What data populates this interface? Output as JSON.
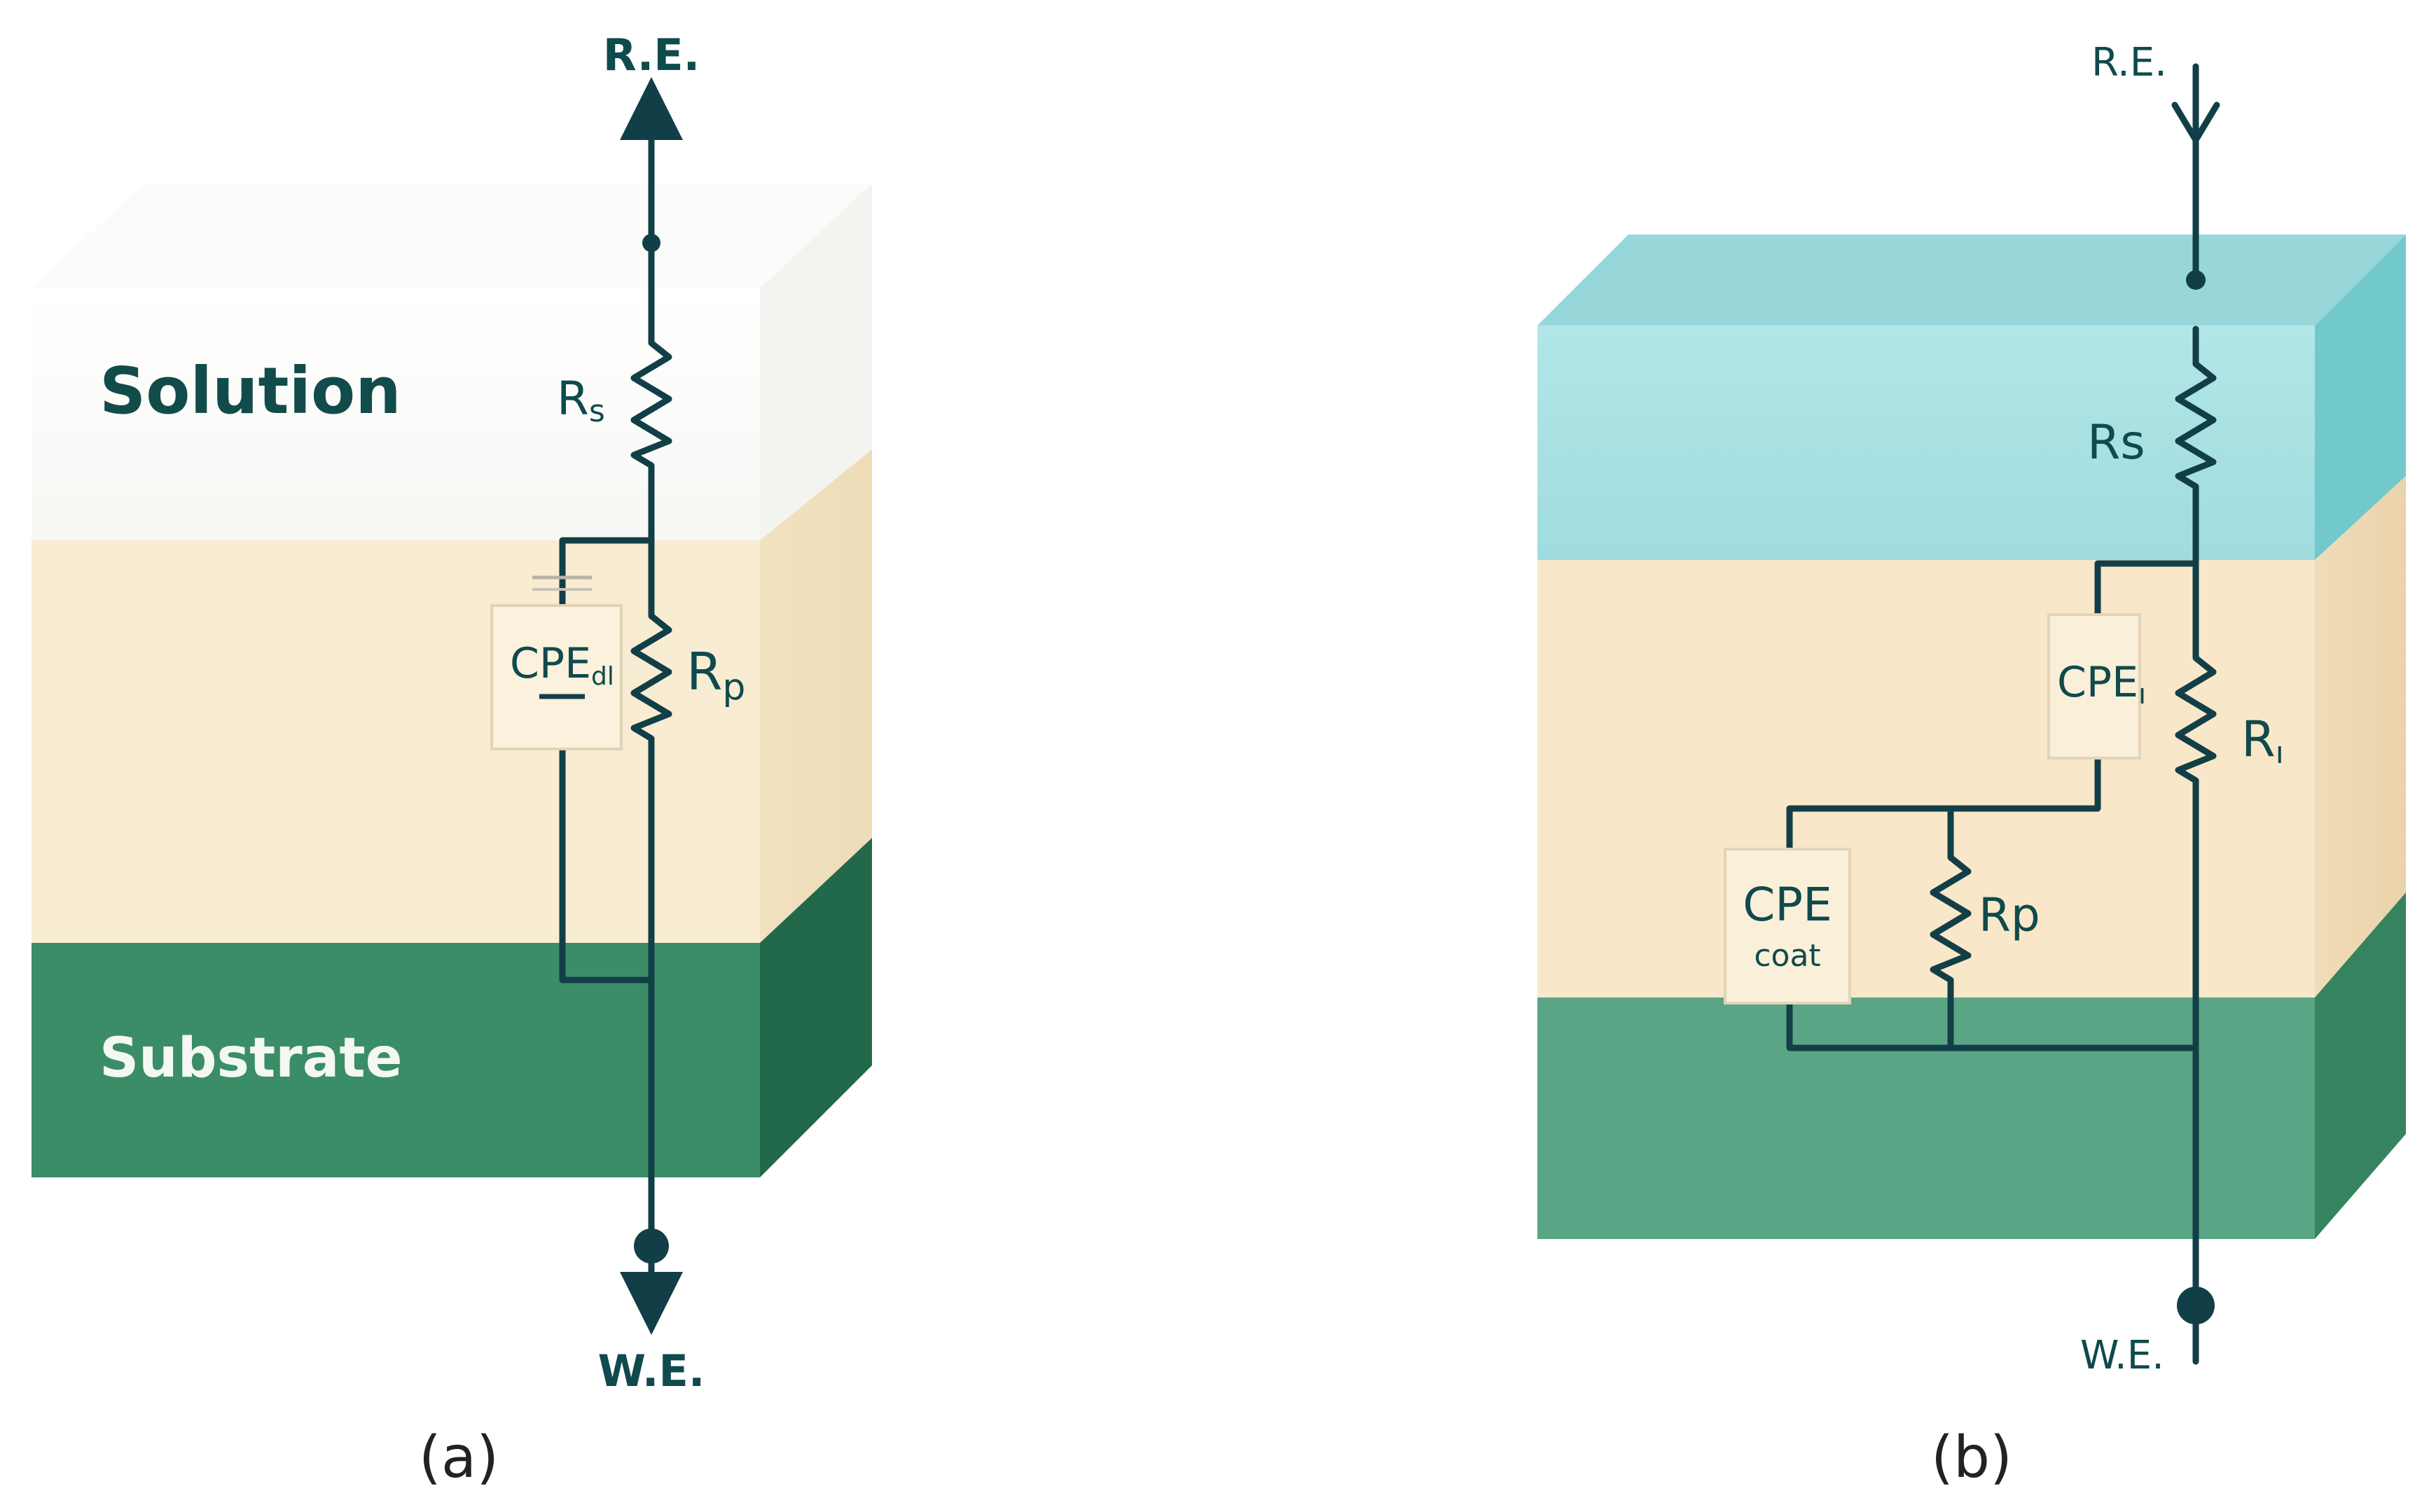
{
  "diagram_a": {
    "caption": "(a)",
    "layers": {
      "solution": "Solution",
      "substrate": "Substrate"
    },
    "terminals": {
      "top": "R.E.",
      "bottom": "W.E."
    },
    "components": {
      "rs": {
        "main": "R",
        "sub": "s"
      },
      "rp": {
        "main": "R",
        "sub": "p"
      },
      "cpe": {
        "main": "CPE",
        "sub": "dl"
      }
    },
    "colors": {
      "solution": "#ffffff",
      "coating": "#f8ecd2",
      "substrate": "#3a8d67",
      "wire": "#123f47"
    }
  },
  "diagram_b": {
    "caption": "(b)",
    "terminals": {
      "top": "R.E.",
      "bottom": "W.E."
    },
    "components": {
      "rs": {
        "main": "Rs"
      },
      "ri": {
        "main": "R",
        "sub": "ı"
      },
      "rp": {
        "main": "Rp"
      },
      "cpe_i": {
        "main": "CPE",
        "sub": "ı"
      },
      "cpe_coat": {
        "main": "CPE",
        "sub": "coat"
      }
    },
    "colors": {
      "solution": "#a8e2e4",
      "coating": "#f8e7c9",
      "substrate": "#5aa585",
      "wire": "#123f47"
    }
  }
}
